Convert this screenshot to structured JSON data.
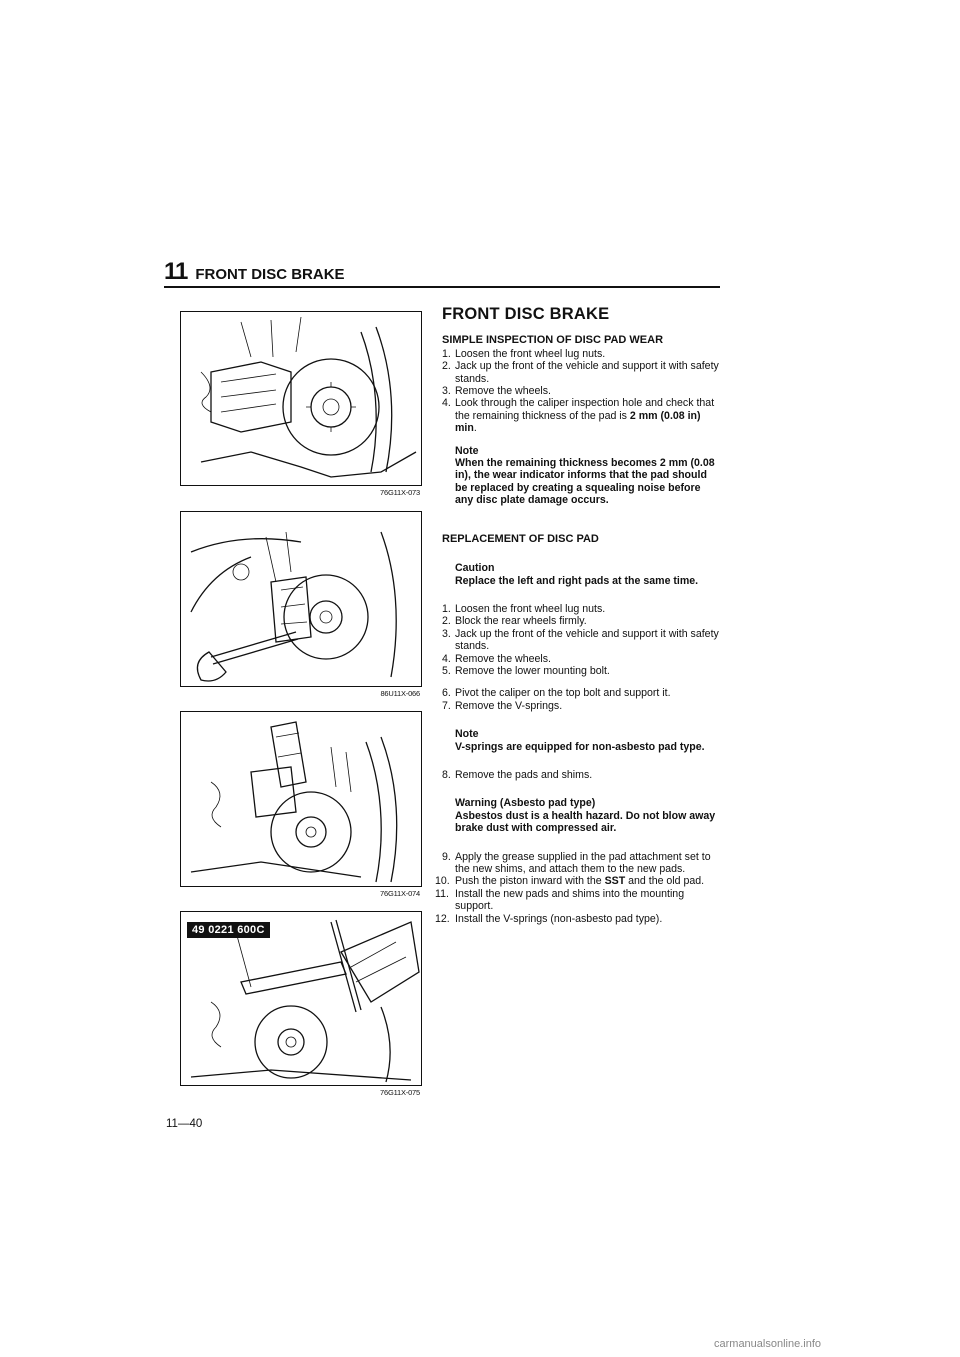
{
  "header": {
    "chapter": "11",
    "title": "FRONT DISC BRAKE"
  },
  "figures": [
    {
      "code": "76G11X-073"
    },
    {
      "code": "86U11X-066"
    },
    {
      "code": "76G11X-074"
    },
    {
      "code": "76G11X-075",
      "tool_tag": "49 0221 600C"
    }
  ],
  "content": {
    "title": "FRONT DISC BRAKE",
    "inspection": {
      "heading": "SIMPLE INSPECTION OF DISC PAD WEAR",
      "steps": [
        "Loosen the front wheel lug nuts.",
        "Jack up the front of the vehicle and support it with safety stands.",
        "Remove the wheels."
      ],
      "step4_text": "Look through the caliper inspection hole and check that the remaining thickness of the pad is ",
      "step4_bold": "2 mm (0.08 in) min",
      "step4_end": ".",
      "note_label": "Note",
      "note_text": "When the remaining thickness becomes 2 mm (0.08 in), the wear indicator informs that the pad should be replaced by creating a squealing noise before any disc plate damage occurs."
    },
    "replacement": {
      "heading": "REPLACEMENT OF DISC PAD",
      "caution_label": "Caution",
      "caution_text": "Replace the left and right pads at the same time.",
      "steps_a": [
        "Loosen the front wheel lug nuts.",
        "Block the rear wheels firmly.",
        "Jack up the front of the vehicle and support it with safety stands.",
        "Remove the wheels.",
        "Remove the lower mounting bolt."
      ],
      "steps_b": [
        "Pivot the caliper on the top bolt and support it.",
        "Remove the V-springs."
      ],
      "note_label": "Note",
      "note_text": "V-springs are equipped for non-asbesto pad type.",
      "step8": "Remove the pads and shims.",
      "warning_label": "Warning (Asbesto pad type)",
      "warning_text": "Asbestos dust is a health hazard. Do not blow away brake dust with compressed air.",
      "step9": "Apply the grease supplied in the pad attachment set to the new shims, and attach them to the new pads.",
      "step10_text": "Push the piston inward with the ",
      "step10_bold": "SST",
      "step10_end": " and the old pad.",
      "step11": "Install the new pads and shims into the mounting support.",
      "step12": "Install the V-springs (non-asbesto pad type)."
    }
  },
  "page_number": "11—40",
  "watermark": "carmanualsonline.info"
}
